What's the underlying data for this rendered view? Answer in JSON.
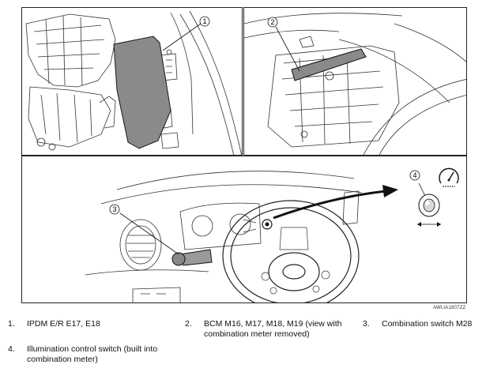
{
  "callouts": {
    "c1": "1",
    "c2": "2",
    "c3": "3",
    "c4": "4"
  },
  "figure_id": "AWLIA1807ZZ",
  "legend": [
    {
      "num": "1.",
      "text": "IPDM E/R E17, E18"
    },
    {
      "num": "2.",
      "text": "BCM M16, M17, M18, M19 (view with combination meter removed)"
    },
    {
      "num": "3.",
      "text": "Combination switch M28"
    },
    {
      "num": "4.",
      "text": "Illumination control switch (built into combination meter)"
    }
  ],
  "icons": {
    "panel_view_3": "speedometer-icon",
    "rotate": "rotate-arrows-icon"
  }
}
